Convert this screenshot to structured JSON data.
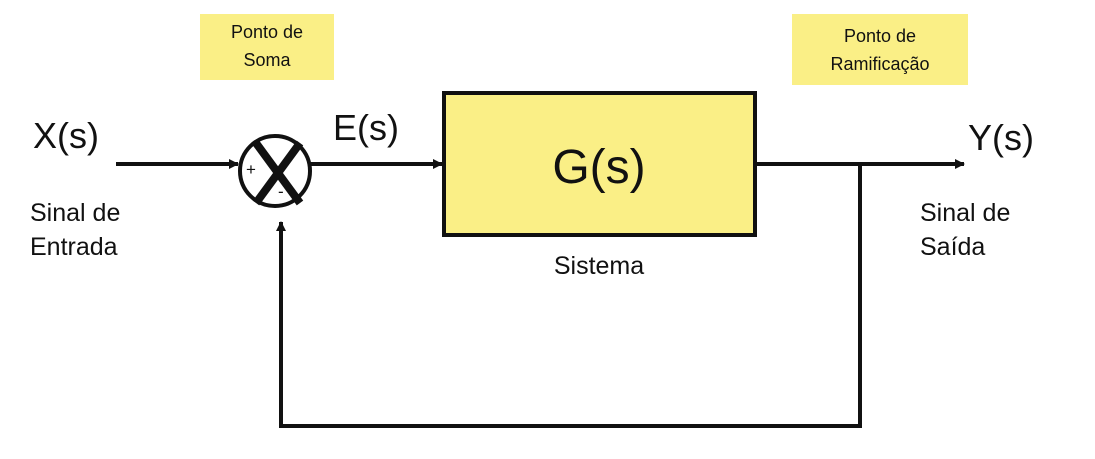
{
  "colors": {
    "highlight": "#FAEF86",
    "stroke": "#111111",
    "background": "#FFFFFF"
  },
  "labels": {
    "sum_point": [
      "Ponto de",
      "Soma"
    ],
    "branch_point": [
      "Ponto de",
      "Ramificação"
    ],
    "input": "X(s)",
    "error": "E(s)",
    "output": "Y(s)",
    "transfer": "G(s)",
    "system": "Sistema",
    "input_signal": [
      "Sinal de",
      "Entrada"
    ],
    "output_signal": [
      "Sinal de",
      "Saída"
    ],
    "plus_sign": "+",
    "minus_sign": "-"
  }
}
